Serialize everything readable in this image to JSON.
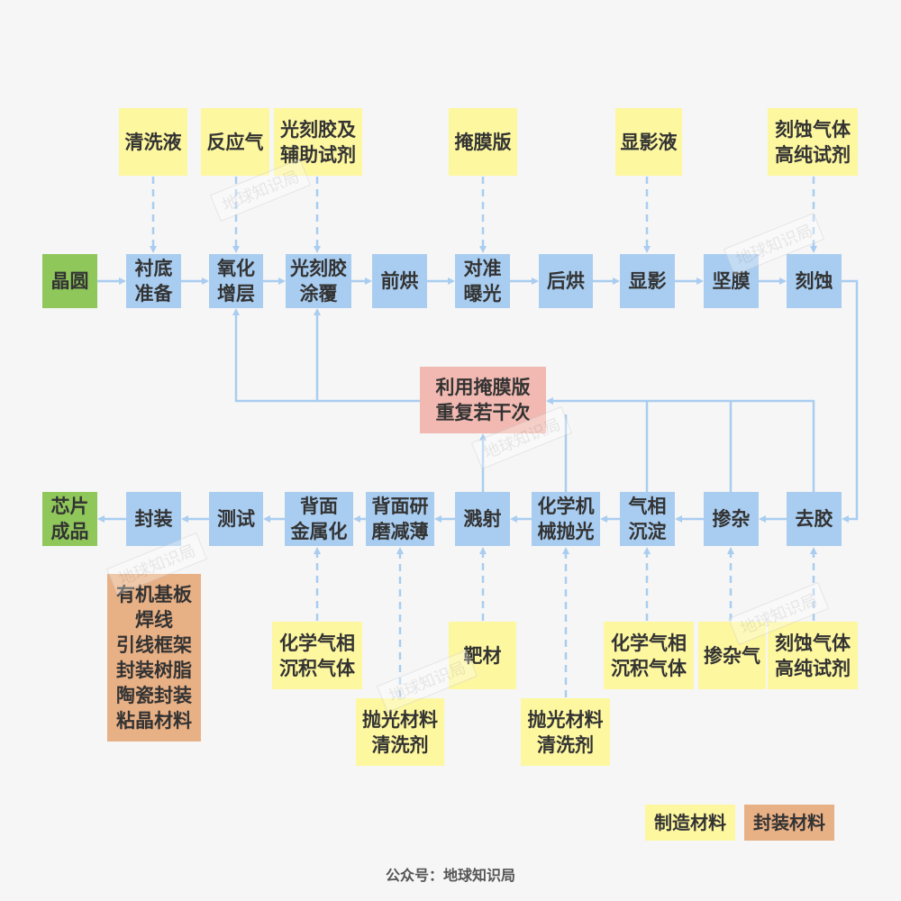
{
  "colors": {
    "process": "#a9cdf0",
    "material": "#fdf7a0",
    "endpoint": "#8fc75a",
    "mask": "#f1b9b1",
    "package_material": "#e8b085",
    "arrow": "#a9cdf0"
  },
  "top_row": [
    "晶圆",
    "衬底\n准备",
    "氧化\n增层",
    "光刻胶\n涂覆",
    "前烘",
    "对准\n曝光",
    "后烘",
    "显影",
    "坚膜",
    "刻蚀"
  ],
  "top_materials": [
    "清洗液",
    "反应气",
    "光刻胶及\n辅助试剂",
    "掩膜版",
    "显影液",
    "刻蚀气体\n高纯试剂"
  ],
  "mask_reuse": "利用掩膜版\n重复若干次",
  "bottom_row": [
    "芯片\n成品",
    "封装",
    "测试",
    "背面\n金属化",
    "背面研\n磨减薄",
    "溅射",
    "化学机\n械抛光",
    "气相\n沉淀",
    "掺杂",
    "去胶"
  ],
  "bottom_materials": [
    "化学气相\n沉积气体",
    "抛光材料\n清洗剂",
    "靶材",
    "抛光材料\n清洗剂",
    "化学气相\n沉积气体",
    "掺杂气",
    "刻蚀气体\n高纯试剂"
  ],
  "package_materials": "有机基板\n焊线\n引线框架\n封装树脂\n陶瓷封装\n粘晶材料",
  "legend": {
    "manufacturing": "制造材料",
    "packaging": "封装材料"
  },
  "footer": "公众号：地球知识局",
  "watermark": "地球知识局"
}
